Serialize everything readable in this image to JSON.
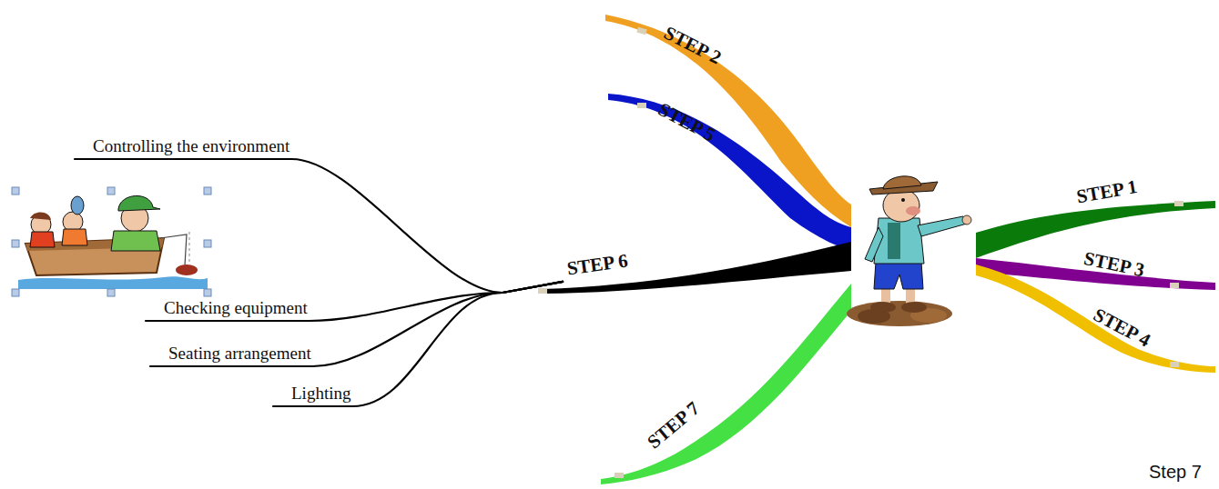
{
  "diagram": {
    "nodes": [
      {
        "text": [
          "Controlling the environment"
        ]
      },
      {
        "text": [
          "STEP 2"
        ]
      },
      {
        "text": [
          "STEP 5"
        ]
      },
      {
        "text": [
          "STEP 1"
        ]
      },
      {
        "text": [
          "STEP 3"
        ]
      },
      {
        "text": [
          "STEP 6"
        ]
      },
      {
        "text": [
          "STEP 4"
        ]
      },
      {
        "text": [
          "Checking equipment"
        ]
      },
      {
        "text": [
          "Seating arrangement"
        ]
      },
      {
        "text": [
          "Lighting"
        ]
      },
      {
        "text": [
          "STEP 7"
        ]
      }
    ],
    "edges": [
      {
        "from": 5,
        "to": 0,
        "arrow": "none"
      },
      {
        "from": 5,
        "to": 7,
        "arrow": "none"
      },
      {
        "from": 5,
        "to": 8,
        "arrow": "none"
      },
      {
        "from": 5,
        "to": 9,
        "arrow": "none"
      }
    ],
    "labels": [
      "Step 7"
    ]
  }
}
